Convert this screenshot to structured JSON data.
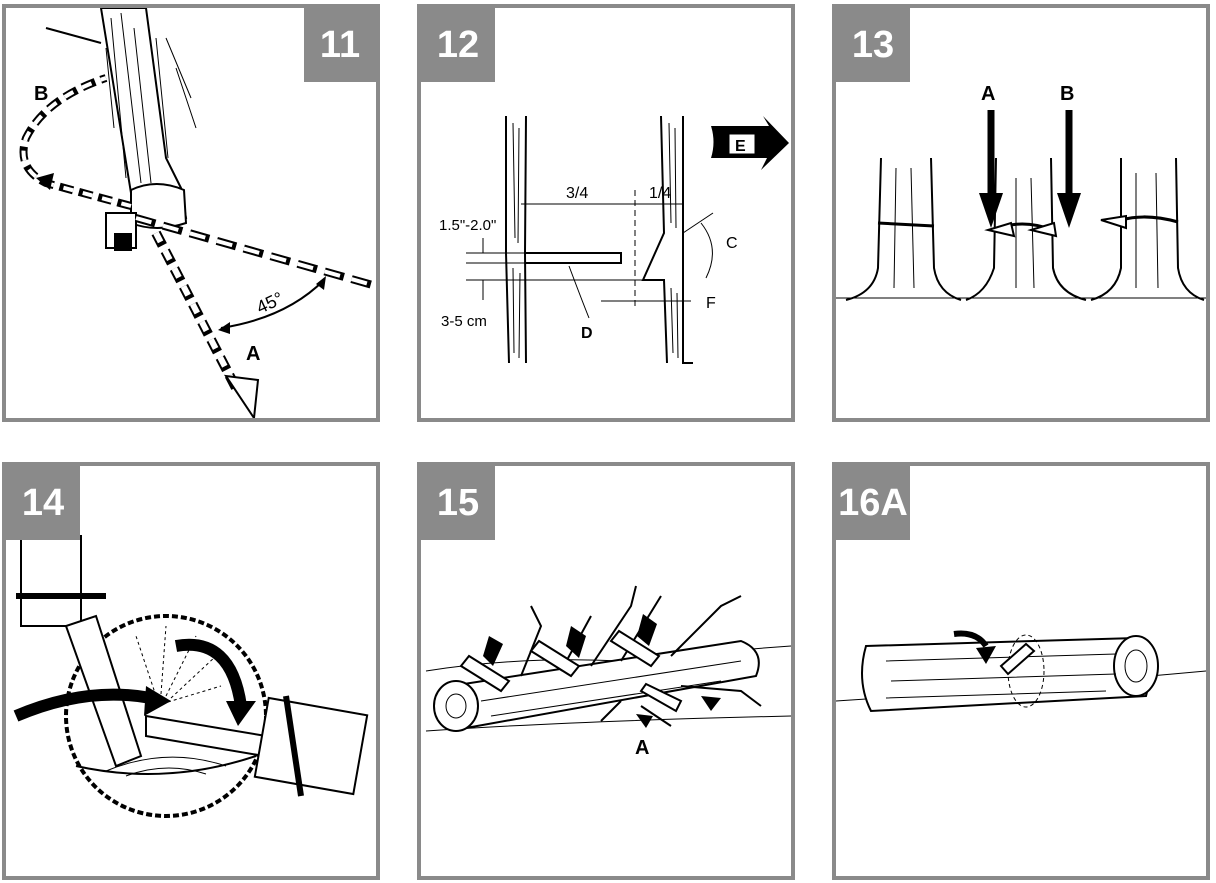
{
  "panels": [
    {
      "number": "11",
      "labels": {
        "b": "B",
        "a": "A",
        "angle": "45°"
      }
    },
    {
      "number": "12",
      "labels": {
        "e": "E",
        "three_quarter": "3/4",
        "one_quarter": "1/4",
        "depth": "1.5\"-2.0\"",
        "cm": "3-5 cm",
        "c": "C",
        "d": "D",
        "f": "F"
      }
    },
    {
      "number": "13",
      "labels": {
        "a": "A",
        "b": "B"
      }
    },
    {
      "number": "14",
      "labels": {}
    },
    {
      "number": "15",
      "labels": {
        "a": "A"
      }
    },
    {
      "number": "16A",
      "labels": {}
    }
  ],
  "colors": {
    "frame": "#8a8a8a",
    "ink": "#000000"
  }
}
